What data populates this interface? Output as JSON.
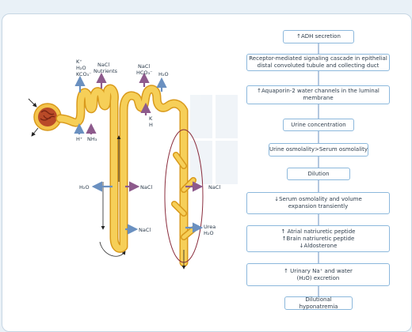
{
  "kidney": {
    "top_left": {
      "l1": "K⁺",
      "l2": "H₂O",
      "l3": "KCO₃⁻"
    },
    "top_mid": {
      "l1": "NaCl",
      "l2": "Nutrients"
    },
    "top_right": {
      "l1": "NaCl",
      "l2": "HCO₃⁻"
    },
    "top_water": "H₂O",
    "bottom_left": {
      "h": "H⁺",
      "nh": "NH₃"
    },
    "dct_kh": {
      "k": "K",
      "h": "H"
    },
    "mid_water": "H₂O",
    "mid_nacl": "NaCl",
    "low_nacl": "NaCl",
    "cd_nacl": "NaCl",
    "cd_urea": "Urea",
    "cd_water": "H₂O"
  },
  "flowchart": {
    "steps": [
      {
        "lines": [
          "↑ADH secretion"
        ]
      },
      {
        "lines": [
          "Receptor-mediated signaling cascade in epithelial",
          "distal convoluted tubule and collecting duct"
        ]
      },
      {
        "lines": [
          "↑Aquaporin-2 water channels in the luminal",
          "membrane"
        ]
      },
      {
        "lines": [
          "Urine concentration"
        ]
      },
      {
        "lines": [
          "Urine osmolality>Serum osmolality"
        ]
      },
      {
        "lines": [
          "Dilution"
        ]
      },
      {
        "lines": [
          "↓Serum osmolality and volume",
          "expansion transiently"
        ]
      },
      {
        "lines": [
          "↑ Atrial natriuretic peptide",
          "↑Brain natriuretic peptide",
          "↓Aldosterone"
        ]
      },
      {
        "lines": [
          "↑ Urinary Na⁺ and water",
          "(H₂O) excretion"
        ]
      },
      {
        "lines": [
          "Dilutional hyponatremia"
        ]
      }
    ]
  }
}
